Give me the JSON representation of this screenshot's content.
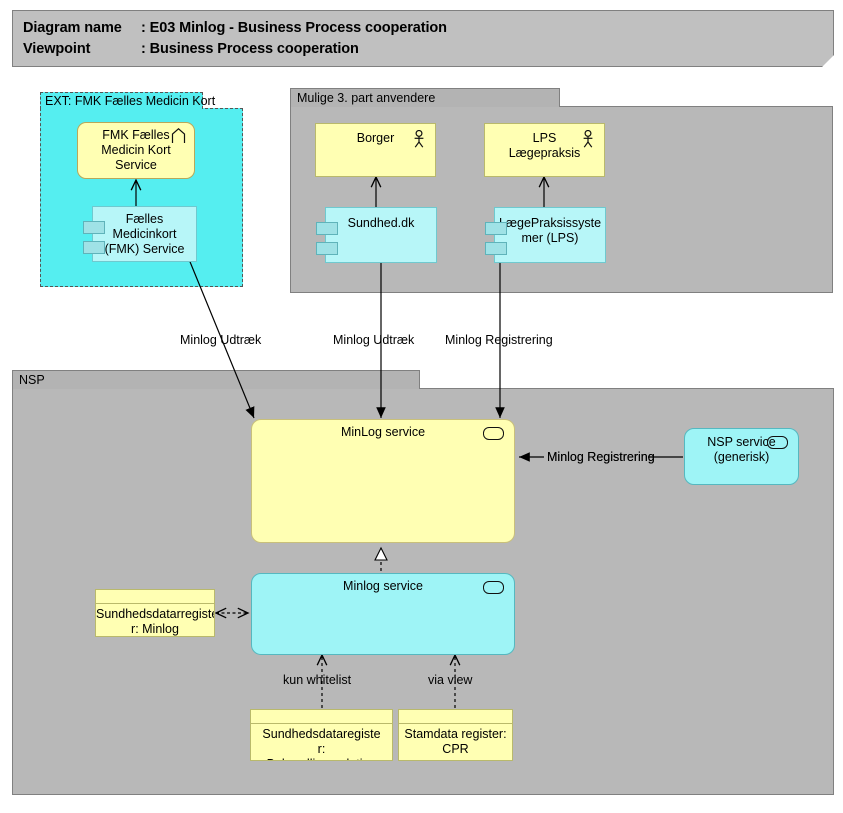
{
  "header": {
    "line1_label": "Diagram name",
    "line1_sep": ": ",
    "line1_value": "E03 Minlog - Business Process cooperation",
    "line2_label": "Viewpoint",
    "line2_sep": ": ",
    "line2_value": "Business Process cooperation"
  },
  "groups": {
    "ext": {
      "label": "EXT: FMK Fælles Medicin Kort"
    },
    "third_party": {
      "label": "Mulige 3. part anvendere"
    },
    "nsp": {
      "label": "NSP"
    }
  },
  "nodes": {
    "fmk_service": {
      "label": "FMK Fælles\nMedicin Kort\nService",
      "icon": "business-process-chevron-icon"
    },
    "fmk_component": {
      "label": "Fælles\nMedicinkort\n(FMK) Service",
      "icon": "component-icon"
    },
    "borger": {
      "label": "Borger",
      "icon": "business-actor-icon"
    },
    "lps_laegepraksis": {
      "label": "LPS\nLægepraksis",
      "icon": "business-actor-icon"
    },
    "sundhed_dk": {
      "label": "Sundhed.dk",
      "icon": "component-icon"
    },
    "lps_systemer": {
      "label": "LægePraksissyste\nmer (LPS)",
      "icon": "component-icon"
    },
    "minlog_service_app": {
      "label": "MinLog service",
      "icon": "service-icon"
    },
    "nsp_service_generisk": {
      "label": "NSP service\n(generisk)",
      "icon": "service-icon"
    },
    "minlog_service_tech": {
      "label": "Minlog service",
      "icon": "service-icon"
    },
    "sundhedsdataregister_minlog": {
      "label": "Sundhedsdatarregiste\nr: Minlog"
    },
    "sundhedsdataregister_behandlingsrelation": {
      "label": "Sundhedsdataregiste\nr:\nBehandlingsrelation"
    },
    "stamdata_register_cpr": {
      "label": "Stamdata register:\nCPR"
    }
  },
  "edges": {
    "minlog_udtraek_fmk": {
      "label": "Minlog Udtræk"
    },
    "minlog_udtraek_sundhed": {
      "label": "Minlog Udtræk"
    },
    "minlog_registrering_lps": {
      "label": "Minlog Registrering"
    },
    "minlog_registrering_nsp": {
      "label": "Minlog Registrering"
    },
    "kun_whitelist": {
      "label": "kun whitelist"
    },
    "via_view": {
      "label": "via view"
    }
  },
  "colors": {
    "group_grey": "#b8b8b8",
    "group_tab_grey": "#b3b3b3",
    "ext_cyan": "#55eef0",
    "node_yellow": "#ffffb3",
    "node_cyan": "#b7f6f8",
    "node_cyan_strong": "#9ef4f6",
    "line": "#000000",
    "note_grey": "#c0c0c0"
  }
}
